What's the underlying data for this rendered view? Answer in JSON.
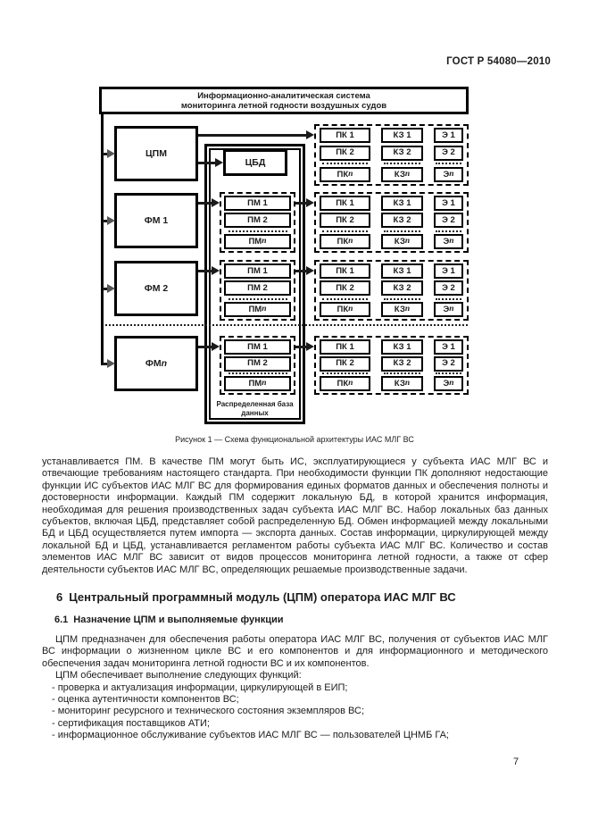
{
  "page": {
    "header": "ГОСТ Р 54080—2010",
    "page_number": "7"
  },
  "diagram": {
    "system_title_lines": [
      "Информационно-аналитическая система",
      "мониторинга летной годности воздушных судов"
    ],
    "left_modules": [
      {
        "label": "ЦПМ"
      },
      {
        "label": "ФМ 1"
      },
      {
        "label": "ФМ 2"
      },
      {
        "label": "ФМ n"
      }
    ],
    "central_db": "ЦБД",
    "distributed_db_label": "Распределенная база данных",
    "pm_groups": [
      [
        "ПМ 1",
        "ПМ 2",
        "ПМ n"
      ],
      [
        "ПМ 1",
        "ПМ 2",
        "ПМ n"
      ],
      [
        "ПМ 1",
        "ПМ 2",
        "ПМ n"
      ]
    ],
    "right_groups": [
      {
        "pk": [
          "ПК 1",
          "ПК 2",
          "ПК n"
        ],
        "kz": [
          "КЗ 1",
          "КЗ 2",
          "КЗ n"
        ],
        "e": [
          "Э 1",
          "Э 2",
          "Э n"
        ]
      },
      {
        "pk": [
          "ПК 1",
          "ПК 2",
          "ПК n"
        ],
        "kz": [
          "КЗ 1",
          "КЗ 2",
          "КЗ n"
        ],
        "e": [
          "Э 1",
          "Э 2",
          "Э n"
        ]
      },
      {
        "pk": [
          "ПК 1",
          "ПК 2",
          "ПК n"
        ],
        "kz": [
          "КЗ 1",
          "КЗ 2",
          "КЗ n"
        ],
        "e": [
          "Э 1",
          "Э 2",
          "Э n"
        ]
      },
      {
        "pk": [
          "ПК 1",
          "ПК 2",
          "ПК n"
        ],
        "kz": [
          "КЗ 1",
          "КЗ 2",
          "КЗ n"
        ],
        "e": [
          "Э 1",
          "Э 2",
          "Э n"
        ]
      }
    ],
    "caption": "Рисунок 1 — Схема функциональной архитектуры ИАС МЛГ ВС"
  },
  "content": {
    "paragraph1": "устанавливается ПМ. В качестве ПМ могут быть ИС, эксплуатирующиеся у субъекта ИАС МЛГ ВС и отвечающие требованиям настоящего стандарта. При необходимости функции ПК дополняют недостающие функции ИС субъектов ИАС МЛГ ВС для формирования единых форматов данных и обеспечения полноты и достоверности информации. Каждый ПМ содержит локальную БД, в которой хранится информация, необходимая для решения производственных задач субъекта ИАС МЛГ ВС. Набор локальных баз данных субъектов, включая ЦБД, представляет собой распределенную БД. Обмен информацией между локальными БД и ЦБД осуществляется путем импорта — экспорта данных. Состав информации, циркулирующей между локальной БД и ЦБД, устанавливается регламентом работы субъекта ИАС МЛГ ВС. Количество и состав элементов ИАС МЛГ ВС зависит от видов процессов мониторинга летной годности, а также от сфер деятельности субъектов ИАС МЛГ ВС, определяющих решаемые производственные задачи.",
    "section6": {
      "number": "6",
      "title": "Центральный программный модуль (ЦПМ) оператора ИАС МЛГ ВС"
    },
    "section61": {
      "number": "6.1",
      "title": "Назначение ЦПМ и выполняемые функции"
    },
    "paragraph2": "ЦПМ предназначен для обеспечения работы оператора ИАС МЛГ ВС, получения от субъектов ИАС МЛГ ВС информации о жизненном цикле ВС и его компонентов и для информационного и методического обеспечения задач мониторинга летной годности ВС и их компонентов.",
    "paragraph3": "ЦПМ обеспечивает выполнение следующих функций:",
    "bullets": [
      "- проверка и актуализация информации, циркулирующей в ЕИП;",
      "- оценка аутентичности компонентов ВС;",
      "- мониторинг ресурсного и технического состояния экземпляров ВС;",
      "- сертификация поставщиков АТИ;",
      "- информационное обслуживание субъектов ИАС МЛГ ВС — пользователей ЦНМБ ГА;"
    ]
  }
}
